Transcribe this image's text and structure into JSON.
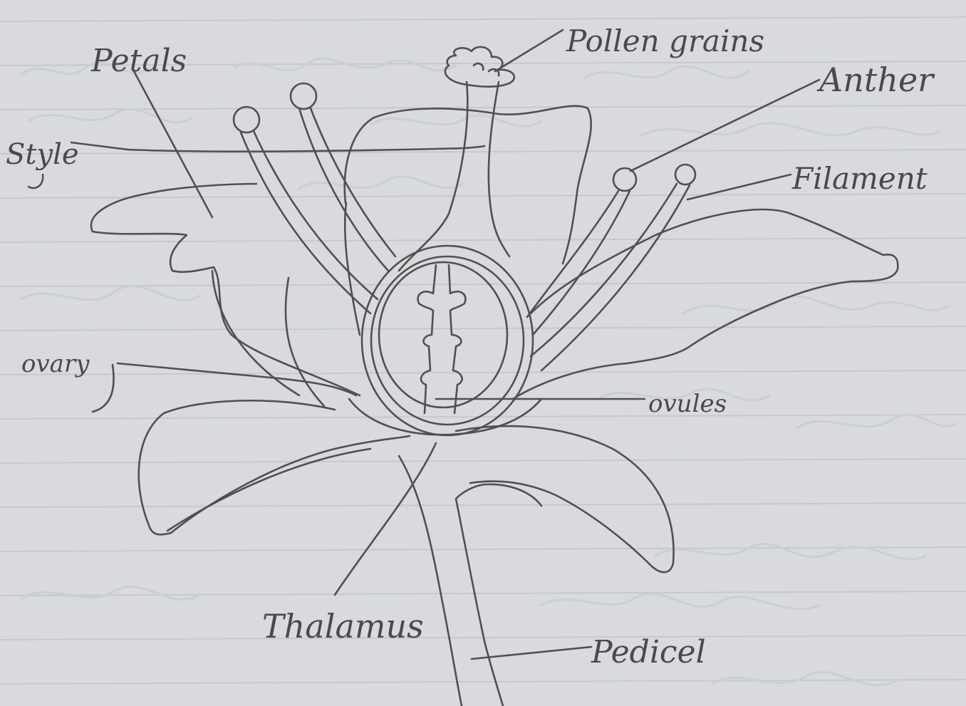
{
  "labels": {
    "petals": "Petals",
    "pollen_grains": "Pollen grains",
    "anther": "Anther",
    "style": "Style",
    "filament": "Filament",
    "ovary": "ovary",
    "ovules": "ovules",
    "thalamus": "Thalamus",
    "pedicel": "Pedicel"
  },
  "colors": {
    "paper": "#d9dadd",
    "ruled_line": "#c4c8d1",
    "pencil": "#4f4f4f",
    "faint_writing": "#c9ccd3"
  }
}
